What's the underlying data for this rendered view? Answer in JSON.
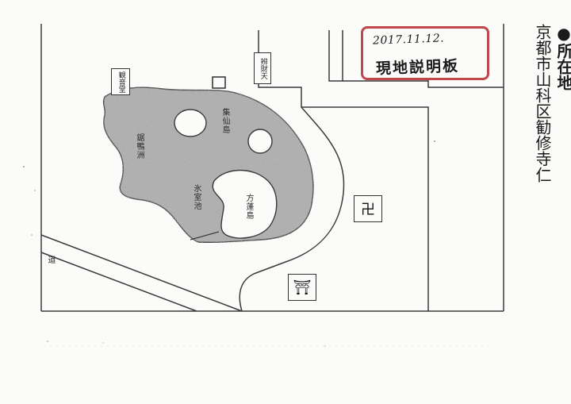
{
  "note": {
    "date": "2017.11.12.",
    "title": "現地説明板"
  },
  "labels": {
    "kannondo": "観音堂",
    "benzaiten": "辨財天",
    "shusentou": "集仙島",
    "kaiousu": "鋸鴨洲",
    "hyoushitsuchi": "氷室池",
    "houraitou": "方蓬島",
    "road": "道",
    "temple_symbol": "卍",
    "shrine_symbol": "⛩"
  },
  "side_text": {
    "heading": "●所在地",
    "address": "京都市山科区勧修寺仁"
  },
  "colors": {
    "pond_fill": "#a9a9a9",
    "line": "#3a3a3a",
    "note_border": "#c0474a"
  }
}
